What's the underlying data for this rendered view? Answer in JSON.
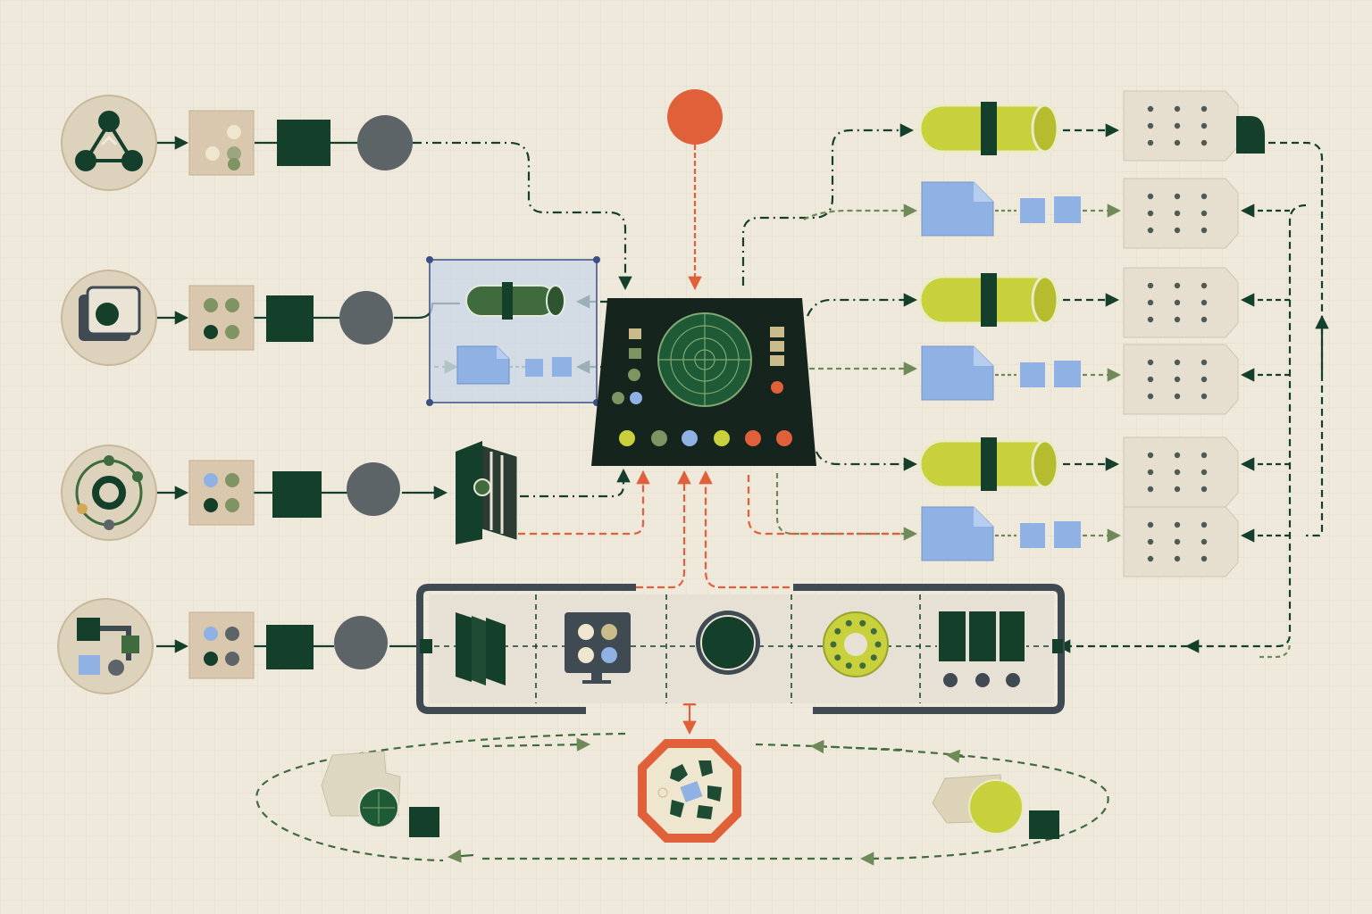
{
  "colors": {
    "paper": "#efe9dc",
    "grid": "#e2dccb",
    "dark_green": "#143f2a",
    "mid_green": "#3f6b3e",
    "sage": "#7e9462",
    "slate": "#5d6468",
    "orange": "#e0603a",
    "lime": "#c8d13c",
    "blue": "#8fb1e3",
    "tan": "#d9c8ad",
    "panel": "#e6e1d4",
    "console": "#15241d",
    "region": "#c9d6e8"
  },
  "sources": [
    {
      "icon": "triangle-network-icon",
      "dots": [
        "cream",
        "cream",
        "cream",
        "sage"
      ]
    },
    {
      "icon": "stacked-frames-icon",
      "dots": [
        "sage",
        "sage",
        "dark",
        "sage"
      ]
    },
    {
      "icon": "orbit-ring-icon",
      "dots": [
        "blue",
        "sage",
        "dark",
        "sage"
      ]
    },
    {
      "icon": "linked-squares-icon",
      "dots": [
        "blue",
        "slate",
        "dark",
        "slate"
      ]
    }
  ],
  "hub": {
    "icon": "radar-icon",
    "buttons": [
      "lime",
      "sage",
      "blue",
      "lime",
      "orange",
      "orange"
    ]
  },
  "top_signal": {
    "icon": "orange-signal-icon"
  },
  "outputs": [
    {
      "kind": "cylinder"
    },
    {
      "kind": "document"
    },
    {
      "kind": "cylinder"
    },
    {
      "kind": "document"
    },
    {
      "kind": "cylinder"
    },
    {
      "kind": "document"
    }
  ],
  "pipeline": {
    "stages": [
      "server-stack-icon",
      "monitor-panel-icon",
      "green-disc-icon",
      "gear-ring-icon",
      "rack-units-icon"
    ]
  },
  "cycle": {
    "center_icon": "octagon-hub-icon",
    "left_icon": "green-clock-icon",
    "right_icon": "lime-disc-icon"
  }
}
